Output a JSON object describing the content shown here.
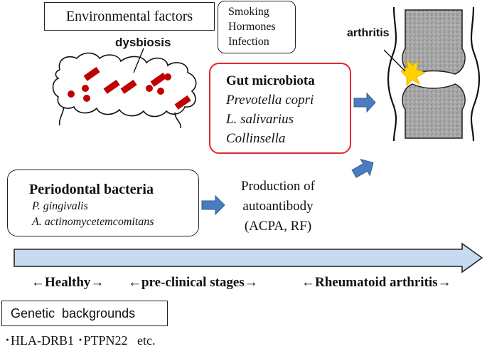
{
  "environment": {
    "title": "Environmental factors",
    "factors": [
      "Smoking",
      "Hormones",
      "Infection"
    ]
  },
  "gut": {
    "dysbiosis_label": "dysbiosis",
    "title": "Gut microbiota",
    "species": [
      "Prevotella copri",
      "L. salivarius",
      "Collinsella"
    ],
    "border_color": "#e0282d",
    "lesion_color": "#c00000"
  },
  "joint": {
    "label": "arthritis",
    "flare_color": "#ffd200"
  },
  "periodontal": {
    "title": "Periodontal bacteria",
    "species": [
      "P. gingivalis",
      "A. actinomycetemcomitans"
    ]
  },
  "production": {
    "lines": [
      "Production of",
      "autoantibody",
      "(ACPA, RF)"
    ]
  },
  "arrow_color": "#4a7dbf",
  "timeline": {
    "fill_color": "#c6daf0",
    "stages": [
      "←Healthy→",
      "←pre-clinical stages→",
      "←Rheumatoid arthritis→"
    ]
  },
  "genetic": {
    "title": "Genetic  backgrounds",
    "genes": "･HLA-DRB1 ･PTPN22   etc."
  }
}
